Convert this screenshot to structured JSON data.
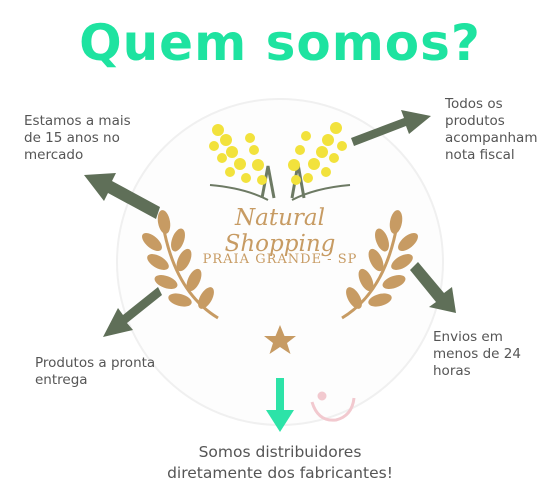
{
  "title": "Quem somos?",
  "logo": {
    "brand": "Natural Shopping",
    "location": "PRAIA GRANDE - SP"
  },
  "notes": {
    "top_left": "Estamos a mais de 15 anos no mercado",
    "top_right": "Todos os produtos acompanham nota fiscal",
    "bottom_right": "Envios em menos de 24 horas",
    "bottom_left": "Produtos a pronta entrega",
    "bottom_center": "Somos distribuidores diretamente dos fabricantes!"
  },
  "colors": {
    "title": "#1ee3a0",
    "arrow": "#5f6f58",
    "accent_arrow": "#2de3a8",
    "gold": "#c79b63",
    "flower": "#f2e23c"
  }
}
